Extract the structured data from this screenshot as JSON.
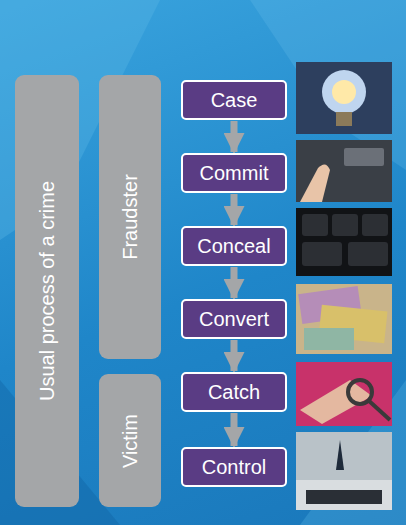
{
  "diagram": {
    "nodes": [
      {
        "text": [
          "Usual process of a crime"
        ]
      },
      {
        "text": [
          "Fraudster"
        ]
      },
      {
        "text": [
          "Victim"
        ]
      },
      {
        "text": [
          "Case"
        ]
      },
      {
        "text": [
          "Commit"
        ]
      },
      {
        "text": [
          "Conceal"
        ]
      },
      {
        "text": [
          "Convert"
        ]
      },
      {
        "text": [
          "Catch"
        ]
      },
      {
        "text": [
          "Control"
        ]
      }
    ],
    "edges": [
      {
        "from": 3,
        "to": 4,
        "arrow": "to"
      },
      {
        "from": 4,
        "to": 5,
        "arrow": "to"
      },
      {
        "from": 5,
        "to": 6,
        "arrow": "to"
      },
      {
        "from": 6,
        "to": 7,
        "arrow": "to"
      },
      {
        "from": 7,
        "to": 8,
        "arrow": "to"
      }
    ]
  }
}
